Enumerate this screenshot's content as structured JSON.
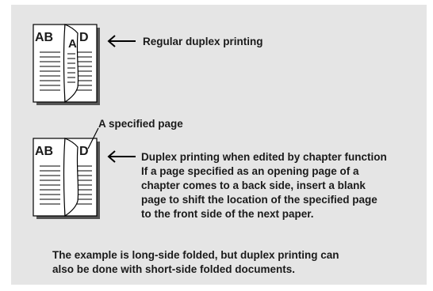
{
  "diagram": {
    "book1": {
      "left_letters": "AB",
      "right_letters": "D",
      "flip_letter": "A"
    },
    "book2": {
      "left_letters": "AB",
      "right_letters": "D"
    },
    "label_regular": "Regular duplex printing",
    "label_specified_page": "A specified page",
    "label_chapter_title": "Duplex printing when edited by chapter function",
    "chapter_description_lines": [
      "If a page specified as an opening page of a",
      "chapter comes to a back side, insert a blank",
      "page to shift the location of the specified page",
      "to the front side of the next paper."
    ],
    "note_lines": [
      "The example is long-side folded, but duplex printing can",
      "also be done with short-side folded documents."
    ]
  }
}
